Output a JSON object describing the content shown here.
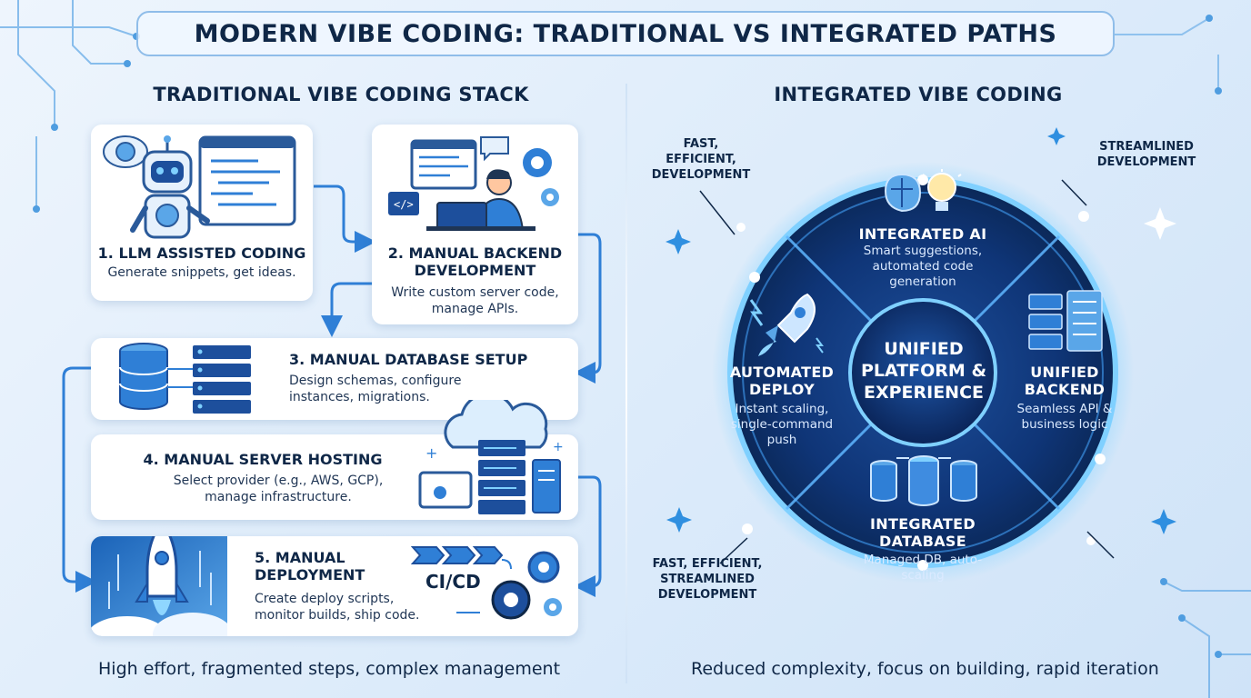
{
  "title": "MODERN VIBE CODING: TRADITIONAL VS INTEGRATED PATHS",
  "traditional": {
    "heading": "TRADITIONAL VIBE CODING STACK",
    "steps": [
      {
        "title": "1. LLM ASSISTED CODING",
        "desc": "Generate snippets, get ideas."
      },
      {
        "title": "2. MANUAL BACKEND DEVELOPMENT",
        "desc": "Write custom server code, manage APIs."
      },
      {
        "title": "3. MANUAL DATABASE SETUP",
        "desc": "Design schemas, configure instances, migrations."
      },
      {
        "title": "4. MANUAL SERVER HOSTING",
        "desc": "Select provider (e.g., AWS, GCP), manage infrastructure."
      },
      {
        "title": "5. MANUAL DEPLOYMENT",
        "desc": "Create deploy scripts, monitor builds, ship code."
      }
    ],
    "cicd_label": "CI/CD",
    "caption": "High effort, fragmented steps, complex management"
  },
  "integrated": {
    "heading": "INTEGRATED VIBE CODING",
    "hub": "UNIFIED PLATFORM & EXPERIENCE",
    "segments": [
      {
        "title": "INTEGRATED AI",
        "desc": "Smart suggestions, automated code generation"
      },
      {
        "title": "UNIFIED BACKEND",
        "desc": "Seamless API & business logic"
      },
      {
        "title": "INTEGRATED DATABASE",
        "desc": "Managed DB, auto-scaling"
      },
      {
        "title": "AUTOMATED DEPLOY",
        "desc": "Instant scaling, single-command push"
      }
    ],
    "callouts": [
      "FAST, EFFICIENT, DEVELOPMENT",
      "STREAMLINED DEVELOPMENT",
      "FAST, EFFICIENT, STREAMLINED DEVELOPMENT"
    ],
    "caption": "Reduced complexity, focus on building, rapid iteration"
  },
  "colors": {
    "navy": "#0f2747",
    "accent": "#2f7fd6",
    "wheel_dark": "#0d2c66",
    "glow": "#5fc4ff"
  },
  "icons": [
    "robot-icon",
    "brain-icon",
    "code-window-icon",
    "developer-laptop-icon",
    "gear-icon",
    "database-icon",
    "server-rack-icon",
    "cloud-icon",
    "rocket-icon",
    "lightbulb-icon",
    "pipeline-arrows-icon"
  ]
}
